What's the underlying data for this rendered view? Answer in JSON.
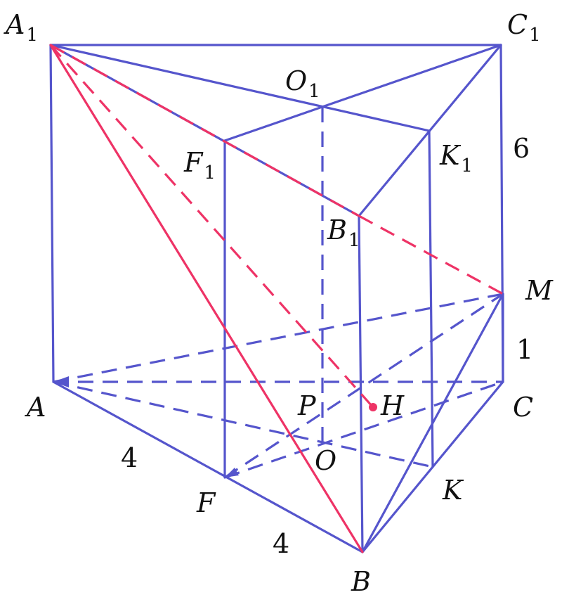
{
  "labels": {
    "A1": "A",
    "A1_sub": "1",
    "C1": "C",
    "C1_sub": "1",
    "O1": "O",
    "O1_sub": "1",
    "F1": "F",
    "F1_sub": "1",
    "K1": "K",
    "K1_sub": "1",
    "B1": "B",
    "B1_sub": "1",
    "M": "M",
    "A": "A",
    "P": "P",
    "H": "H",
    "C": "C",
    "O": "O",
    "F": "F",
    "K": "K",
    "B": "B"
  },
  "measures": {
    "cc1_upper": "6",
    "mc": "1",
    "af": "4",
    "fb": "4"
  },
  "colors": {
    "edges": "#5555cc",
    "highlight": "#ee3366"
  }
}
